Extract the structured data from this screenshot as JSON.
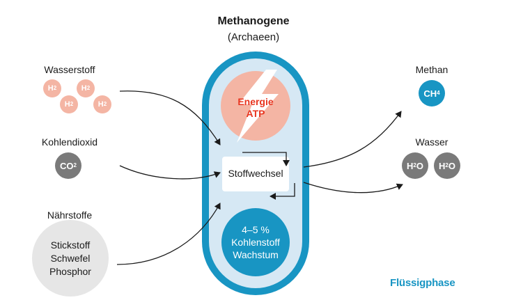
{
  "title": "Methanogene",
  "subtitle": "(Archaeen)",
  "inputs": {
    "hydrogen": {
      "label": "Wasserstoff",
      "molecule": "H",
      "sub": "2"
    },
    "co2": {
      "label": "Kohlendioxid",
      "molecule": "CO",
      "sub": "2"
    },
    "nutrients": {
      "label": "Nährstoffe",
      "items": [
        "Stickstoff",
        "Schwefel",
        "Phosphor"
      ]
    }
  },
  "cell": {
    "energy": [
      "Energie",
      "ATP"
    ],
    "metabolism": "Stoffwechsel",
    "growth": [
      "4–5 %",
      "Kohlenstoff",
      "Wachstum"
    ]
  },
  "outputs": {
    "methane": {
      "label": "Methan",
      "molecule": "CH",
      "sub": "4"
    },
    "water": {
      "label": "Wasser",
      "molecule_a": "H",
      "sub": "2",
      "molecule_b": "O"
    }
  },
  "brand": "Flüssigphase",
  "colors": {
    "teal": "#1895c3",
    "salmon": "#f4b5a4",
    "red": "#e8351f",
    "gray": "#7a7a7a",
    "light_blue": "#d6e8f4",
    "light_gray": "#e6e6e6"
  }
}
